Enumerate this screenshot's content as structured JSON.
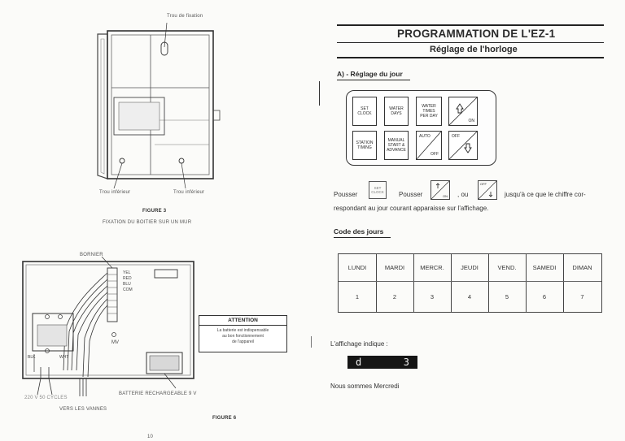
{
  "left": {
    "fig3": {
      "trou_fixation": "Trou de fixation",
      "trou_inferieur_left": "Trou inférieur",
      "trou_inferieur_right": "Trou inférieur",
      "figure_label": "FIGURE 3",
      "caption": "FIXATION DU BOITIER SUR UN MUR"
    },
    "fig6": {
      "bornier": "BORNIER",
      "wires": [
        "YEL",
        "RED",
        "BLU",
        "COM"
      ],
      "mv": "MV",
      "blk": "BLK",
      "wht": "WHT",
      "attention_title": "ATTENTION",
      "attention_lines": [
        "La batterie est indispensable",
        "au bon fonctionnement",
        "de l'appareil"
      ],
      "battery": "BATTERIE RECHARGEABLE 9 V",
      "power": "220 V   50 CYCLES",
      "vannes": "VERS LES VANNES",
      "figure_label": "FIGURE 6",
      "page_number": "10"
    }
  },
  "right": {
    "title": "PROGRAMMATION DE L'EZ-1",
    "subtitle": "Réglage de l'horloge",
    "section_a": "A) - Réglage du jour",
    "keypad": {
      "set_clock": [
        "SET",
        "CLOCK"
      ],
      "water_days": [
        "WATER",
        "DAYS"
      ],
      "water_times": [
        "WATER",
        "TIMES",
        "PER DAY"
      ],
      "on": "ON",
      "station_timing": [
        "STATION",
        "TIMING"
      ],
      "manual": [
        "MANUAL",
        "START &",
        "ADVANCE"
      ],
      "auto": "AUTO",
      "off": "OFF"
    },
    "instruction": {
      "pousser1": "Pousser",
      "pousser2": "Pousser",
      "ou": ", ou",
      "jusqua": "jusqu'à ce que le chiffre cor-",
      "line2": "respondant au jour courant apparaisse sur l'affichage."
    },
    "code_title": "Code des jours",
    "days": [
      "LUNDI",
      "MARDI",
      "MERCR.",
      "JEUDI",
      "VEND.",
      "SAMEDI",
      "DIMAN"
    ],
    "codes": [
      "1",
      "2",
      "3",
      "4",
      "5",
      "6",
      "7"
    ],
    "affichage": "L'affichage indique :",
    "display": {
      "left": "d",
      "right": "3"
    },
    "conclusion": "Nous sommes Mercredi"
  }
}
